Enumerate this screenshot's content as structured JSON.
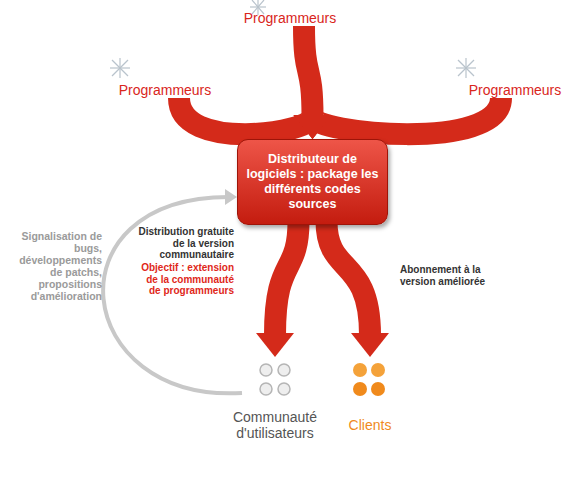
{
  "diagram": {
    "nodes": [
      {
        "text": [
          "Programmeurs"
        ]
      },
      {
        "text": [
          "Programmeurs"
        ]
      },
      {
        "text": [
          "Programmeurs"
        ]
      },
      {
        "text": [
          "Distributeur de logiciels : package les différents codes sources"
        ]
      },
      {
        "text": [
          "Communauté d'utilisateurs"
        ]
      },
      {
        "text": [
          "Clients"
        ]
      }
    ],
    "edges": [
      {
        "from": 0,
        "to": 3,
        "arrow": "to"
      },
      {
        "from": 1,
        "to": 3,
        "arrow": "to"
      },
      {
        "from": 2,
        "to": 3,
        "arrow": "to"
      },
      {
        "from": 3,
        "to": 4,
        "label": "Distribution gratuite de la version communautaire",
        "arrow": "to"
      },
      {
        "from": 3,
        "to": 5,
        "label": "Abonnement à la version améliorée",
        "arrow": "to"
      },
      {
        "from": 4,
        "to": 3,
        "label": "Signalisation de bugs, développements de patchs, propositions d'amélioration",
        "arrow": "to"
      }
    ],
    "labels": [
      "Objectif : extension de la communauté de programmeurs"
    ]
  }
}
